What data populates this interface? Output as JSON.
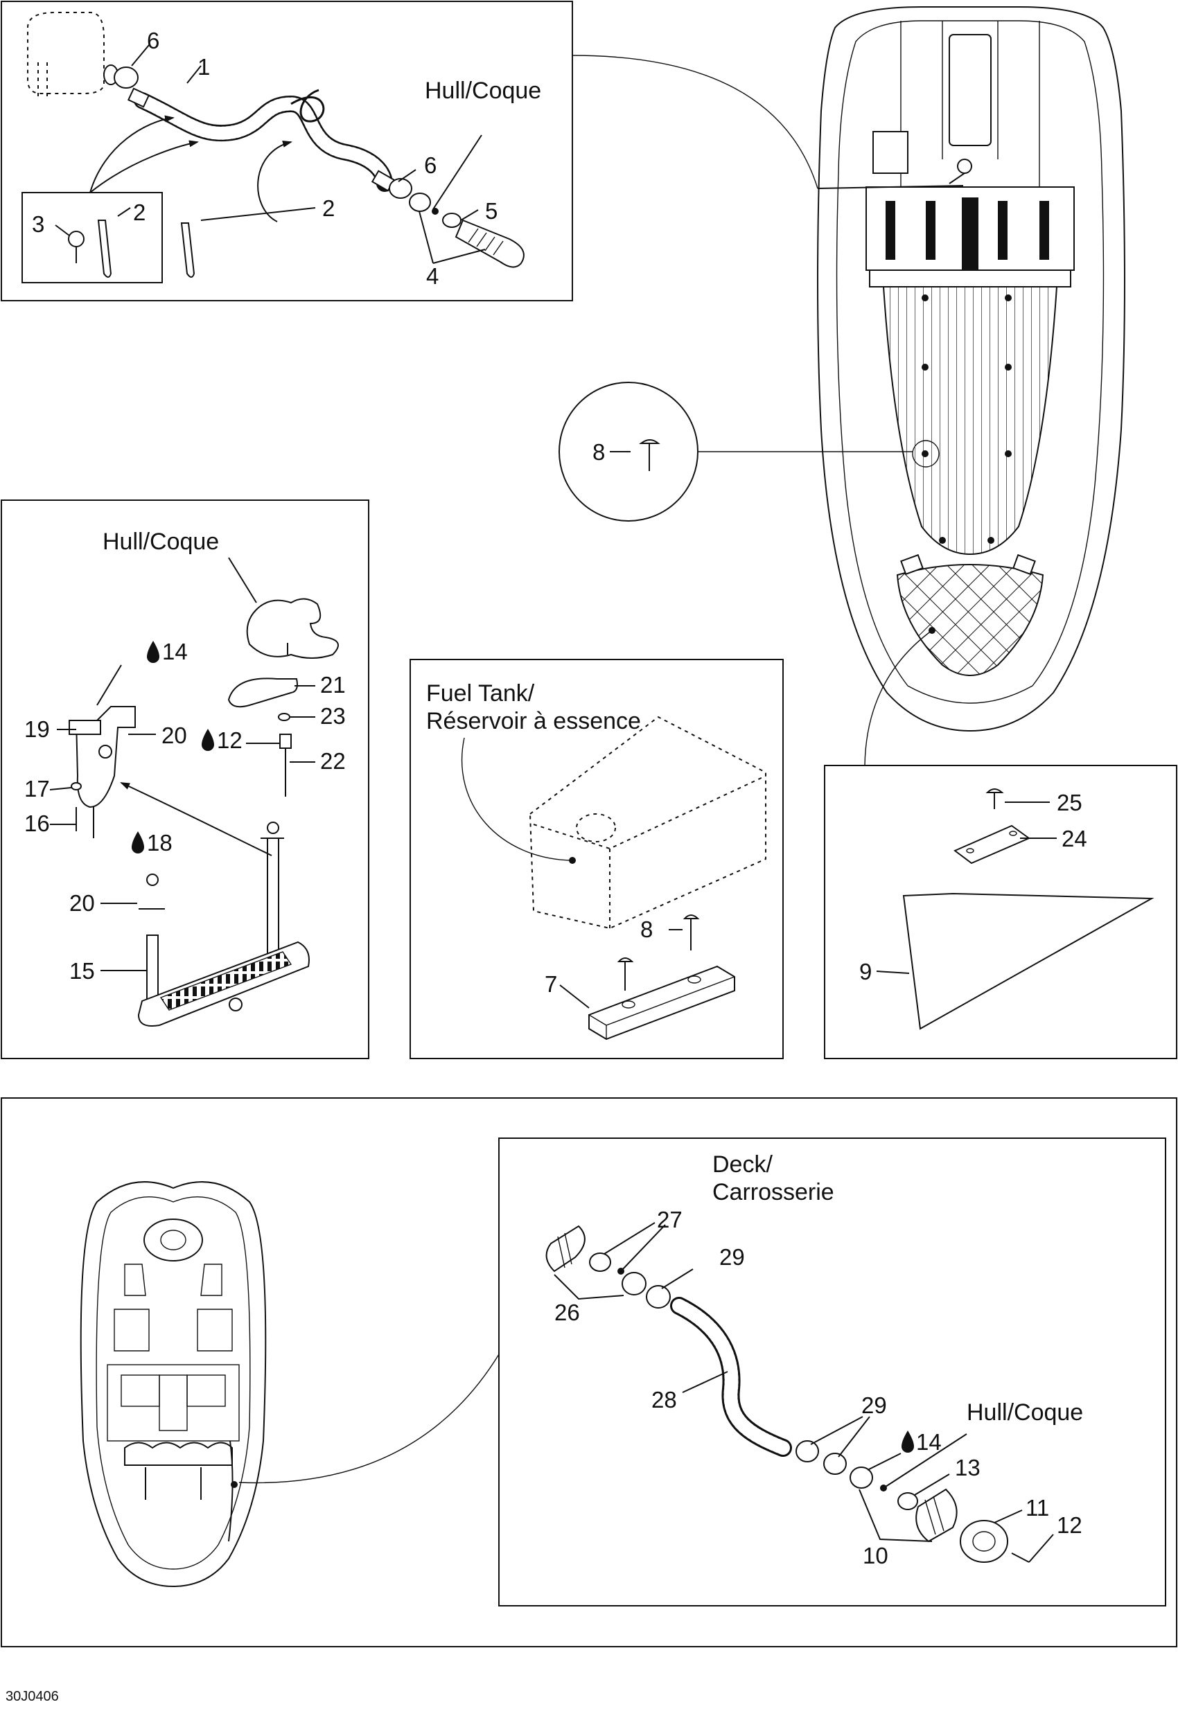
{
  "diagram": {
    "drawing_code": "30J0406",
    "captions": {
      "hull_top": "Hull/Coque",
      "hull_middle": "Hull/Coque",
      "fuel_tank_line1": "Fuel Tank/",
      "fuel_tank_line2": "Réservoir à essence",
      "deck_line1": "Deck/",
      "deck_line2": "Carrosserie",
      "hull_bottom": "Hull/Coque"
    },
    "callouts": {
      "c1": "1",
      "c2a": "2",
      "c2b": "2",
      "c3": "3",
      "c4": "4",
      "c5": "5",
      "c6a": "6",
      "c6b": "6",
      "c8a": "8",
      "c8b": "8",
      "c7": "7",
      "c9": "9",
      "c24": "24",
      "c25": "25",
      "c14a": "14",
      "c19": "19",
      "c20a": "20",
      "c21": "21",
      "c23": "23",
      "c12a": "12",
      "c22": "22",
      "c17": "17",
      "c16": "16",
      "c18": "18",
      "c20b": "20",
      "c15": "15",
      "c27": "27",
      "c29a": "29",
      "c26": "26",
      "c28": "28",
      "c29b": "29",
      "c14b": "14",
      "c13": "13",
      "c11": "11",
      "c12b": "12",
      "c10": "10"
    },
    "icons": {
      "adhesive": "drop-icon"
    }
  }
}
